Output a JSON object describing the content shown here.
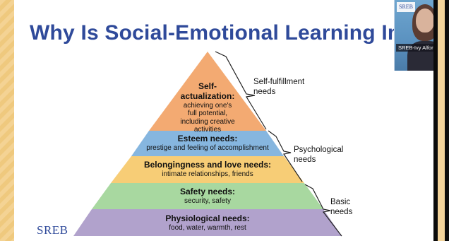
{
  "slide": {
    "title": "Why Is Social-Emotional Learning Importa",
    "logo": "SREB"
  },
  "pyramid": {
    "levels": [
      {
        "heading": "Self-",
        "heading2": "actualization:",
        "desc": [
          "achieving one's",
          "full potential,",
          "including creative",
          "activities"
        ],
        "color": "#f3aa72"
      },
      {
        "heading": "Esteem needs:",
        "desc": [
          "prestige and feeling of accomplishment"
        ],
        "color": "#86b6df"
      },
      {
        "heading": "Belongingness and love needs:",
        "desc": [
          "intimate relationships, friends"
        ],
        "color": "#f7cd76"
      },
      {
        "heading": "Safety needs:",
        "desc": [
          "security, safety"
        ],
        "color": "#a8d8a0"
      },
      {
        "heading": "Physiological needs:",
        "desc": [
          "food, water, warmth, rest"
        ],
        "color": "#b1a2cc"
      }
    ],
    "groups": [
      {
        "label1": "Self-fulfillment",
        "label2": "needs"
      },
      {
        "label1": "Psychological",
        "label2": "needs"
      },
      {
        "label1": "Basic",
        "label2": "needs"
      }
    ]
  },
  "video": {
    "logo_text": "SREB",
    "name": "SREB-Ivy Alford"
  }
}
